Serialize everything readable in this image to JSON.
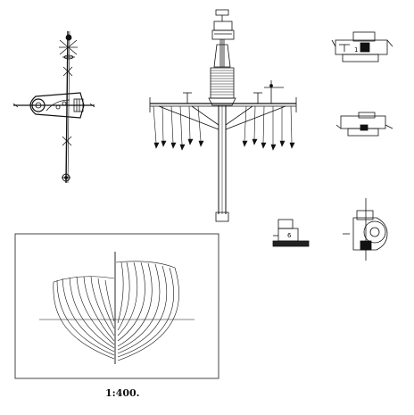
{
  "drawing": {
    "scale_label": "1:400.",
    "detail_numbers": [
      "1",
      "6"
    ]
  },
  "colors": {
    "ink": "#111111",
    "paper": "#ffffff",
    "frame": "#444444"
  }
}
